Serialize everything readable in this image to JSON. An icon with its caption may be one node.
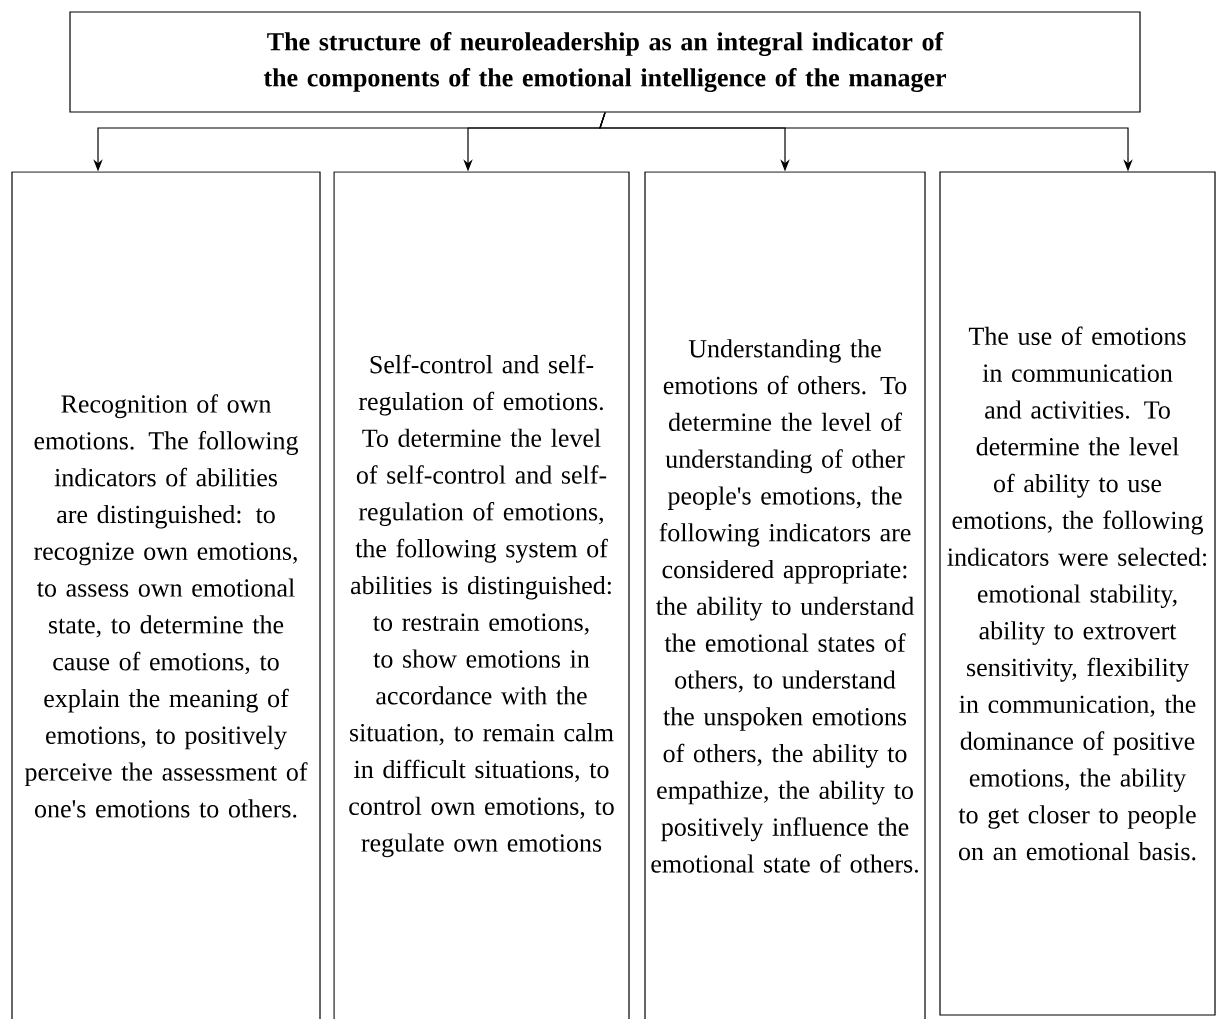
{
  "diagram": {
    "nodes": [
      {
        "text": [
          "The structure of neuroleadership as an integral indicator of the components of the emotional intelligence of the manager"
        ]
      },
      {
        "text": [
          "Recognition of own emotions. The following indicators of abilities are distinguished: to recognize own emotions, to assess own emotional state, to determine the cause of emotions, to explain the meaning of emotions, to positively perceive the assessment of one's emotions to others."
        ]
      },
      {
        "text": [
          "Self-control and self-regulation of emotions. To determine the level of self-control and self-regulation of emotions, the following system of abilities is distinguished: to restrain emotions, to show emotions in accordance with the situation, to remain calm in difficult situations, to control own emotions, to regulate own emotions"
        ]
      },
      {
        "text": [
          "Understanding the emotions of others. To determine the level of understanding of other people's emotions, the following indicators are considered appropriate: the ability to understand the emotional states of others, to understand the unspoken emotions of others, the ability to empathize, the ability to positively influence the emotional state of others."
        ]
      },
      {
        "text": [
          "The use of emotions in communication and activities. To determine the level of ability to use emotions, the following indicators were selected: emotional stability, ability to extrovert sensitivity, flexibility in communication, the dominance of positive emotions, the ability to get closer to people on an emotional basis."
        ]
      }
    ],
    "edges": [
      {
        "from": 0,
        "to": 1,
        "arrow": "to"
      },
      {
        "from": 0,
        "to": 2,
        "arrow": "to"
      },
      {
        "from": 0,
        "to": 3,
        "arrow": "to"
      },
      {
        "from": 0,
        "to": 4,
        "arrow": "to"
      }
    ]
  }
}
